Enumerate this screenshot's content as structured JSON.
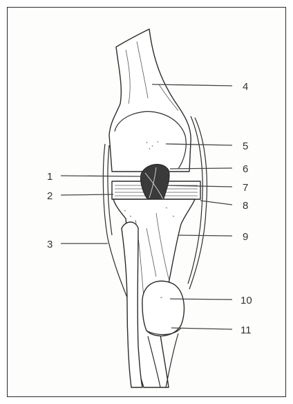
{
  "labels": [
    "1",
    "2",
    "3",
    "4",
    "5",
    "6",
    "7",
    "8",
    "9",
    "10",
    "11"
  ],
  "colors": {
    "ink": "#2b2b2b",
    "paper": "#fdfdfc",
    "border": "#2a2a2a"
  }
}
